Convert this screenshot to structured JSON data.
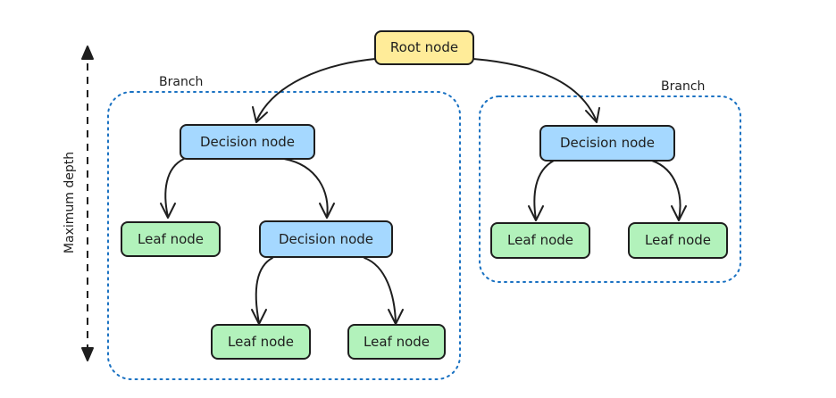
{
  "colors": {
    "root_fill": "#ffec99",
    "decision_fill": "#a5d8ff",
    "leaf_fill": "#b2f2bb",
    "stroke": "#1e1e1e",
    "branch_stroke": "#1971c2"
  },
  "axis": {
    "label": "Maximum depth"
  },
  "branches": [
    {
      "label": "Branch"
    },
    {
      "label": "Branch"
    }
  ],
  "nodes": {
    "root": {
      "label": "Root node",
      "kind": "root"
    },
    "decision_left": {
      "label": "Decision node",
      "kind": "decision"
    },
    "decision_right": {
      "label": "Decision node",
      "kind": "decision"
    },
    "decision_inner": {
      "label": "Decision node",
      "kind": "decision"
    },
    "leaf_left": {
      "label": "Leaf node",
      "kind": "leaf"
    },
    "leaf_inner_left": {
      "label": "Leaf node",
      "kind": "leaf"
    },
    "leaf_inner_right": {
      "label": "Leaf node",
      "kind": "leaf"
    },
    "leaf_right_left": {
      "label": "Leaf node",
      "kind": "leaf"
    },
    "leaf_right_right": {
      "label": "Leaf node",
      "kind": "leaf"
    }
  },
  "edges": [
    {
      "from": "root",
      "to": "decision_left"
    },
    {
      "from": "root",
      "to": "decision_right"
    },
    {
      "from": "decision_left",
      "to": "leaf_left"
    },
    {
      "from": "decision_left",
      "to": "decision_inner"
    },
    {
      "from": "decision_inner",
      "to": "leaf_inner_left"
    },
    {
      "from": "decision_inner",
      "to": "leaf_inner_right"
    },
    {
      "from": "decision_right",
      "to": "leaf_right_left"
    },
    {
      "from": "decision_right",
      "to": "leaf_right_right"
    }
  ]
}
